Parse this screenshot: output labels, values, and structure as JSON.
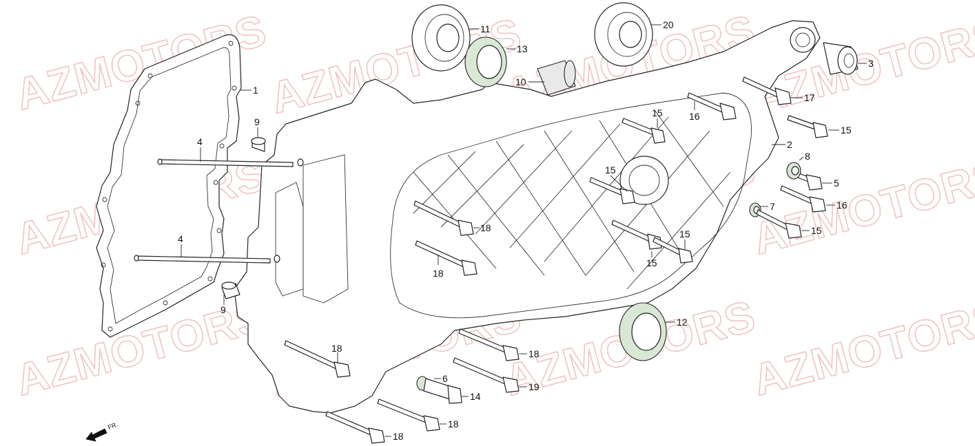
{
  "watermark": "AZMOTORS",
  "direction_label": "FR.",
  "callouts": [
    {
      "id": "c1",
      "label": "1"
    },
    {
      "id": "c2",
      "label": "2"
    },
    {
      "id": "c3",
      "label": "3"
    },
    {
      "id": "c4a",
      "label": "4"
    },
    {
      "id": "c4b",
      "label": "4"
    },
    {
      "id": "c5",
      "label": "5"
    },
    {
      "id": "c6",
      "label": "6"
    },
    {
      "id": "c7",
      "label": "7"
    },
    {
      "id": "c8",
      "label": "8"
    },
    {
      "id": "c9a",
      "label": "9"
    },
    {
      "id": "c9b",
      "label": "9"
    },
    {
      "id": "c10",
      "label": "10"
    },
    {
      "id": "c11",
      "label": "11"
    },
    {
      "id": "c12",
      "label": "12"
    },
    {
      "id": "c13",
      "label": "13"
    },
    {
      "id": "c14",
      "label": "14"
    },
    {
      "id": "c15a",
      "label": "15"
    },
    {
      "id": "c15b",
      "label": "15"
    },
    {
      "id": "c15c",
      "label": "15"
    },
    {
      "id": "c15d",
      "label": "15"
    },
    {
      "id": "c15e",
      "label": "15"
    },
    {
      "id": "c15f",
      "label": "15"
    },
    {
      "id": "c16a",
      "label": "16"
    },
    {
      "id": "c16b",
      "label": "16"
    },
    {
      "id": "c17",
      "label": "17"
    },
    {
      "id": "c18a",
      "label": "18"
    },
    {
      "id": "c18b",
      "label": "18"
    },
    {
      "id": "c18c",
      "label": "18"
    },
    {
      "id": "c18d",
      "label": "18"
    },
    {
      "id": "c18e",
      "label": "18"
    },
    {
      "id": "c18f",
      "label": "18"
    },
    {
      "id": "c19",
      "label": "19"
    },
    {
      "id": "c20",
      "label": "20"
    }
  ],
  "colors": {
    "watermark": "#f0c4c4",
    "seal": "#d9e7d5",
    "line": "#222222"
  }
}
